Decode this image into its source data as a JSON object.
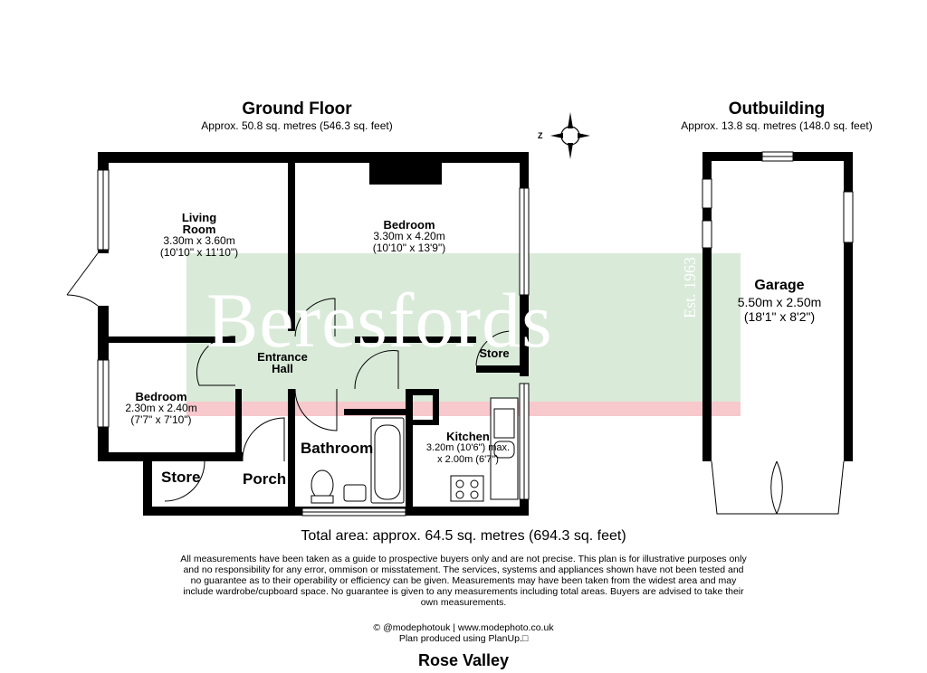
{
  "ground_floor": {
    "title": "Ground Floor",
    "area": "Approx. 50.8 sq. metres (546.3 sq. feet)"
  },
  "outbuilding": {
    "title": "Outbuilding",
    "area": "Approx. 13.8 sq. metres (148.0 sq. feet)"
  },
  "compass": {
    "label": "Z",
    "icon": "compass-rose-icon"
  },
  "rooms": {
    "living_room": {
      "name_line1": "Living",
      "name_line2": "Room",
      "metric": "3.30m x 3.60m",
      "imperial": "(10'10\" x 11'10\")"
    },
    "bedroom_1": {
      "name": "Bedroom",
      "metric": "3.30m x 4.20m",
      "imperial": "(10'10\" x 13'9\")"
    },
    "entrance_hall": {
      "name_line1": "Entrance",
      "name_line2": "Hall"
    },
    "store_1": {
      "name": "Store"
    },
    "bedroom_2": {
      "name": "Bedroom",
      "metric": "2.30m x 2.40m",
      "imperial": "(7'7\" x 7'10\")"
    },
    "kitchen": {
      "name": "Kitchen",
      "line1": "3.20m (10'6\") max.",
      "line2": "x 2.00m (6'7\")"
    },
    "bathroom": {
      "name": "Bathroom"
    },
    "store_2": {
      "name": "Store"
    },
    "porch": {
      "name": "Porch"
    },
    "garage": {
      "name": "Garage",
      "metric": "5.50m x 2.50m",
      "imperial": "(18'1\" x 8'2\")"
    }
  },
  "watermark": {
    "brand": "Beresfords",
    "est": "Est. 1963",
    "band_color": "#d9ead9",
    "stripe_color": "#f7c8cc"
  },
  "total_area": "Total area: approx. 64.5 sq. metres (694.3 sq. feet)",
  "disclaimer": [
    "All measurements have been taken as a guide to prospective buyers only and are not precise. This plan is for illustrative purposes only",
    "and no responsibility for any error, ommison or misstatement. The services, systems and appliances shown have not been tested and",
    "no guarantee as to their operability or efficiency can be given. Measurements may have been taken from the widest area and may",
    "include wardrobe/cupboard space. No guarantee is given to any measurements including total areas. Buyers are advised to take their",
    "own measurements."
  ],
  "credits": {
    "line1": "© @modephotouk | www.modephoto.co.uk",
    "line2": "Plan produced using PlanUp.□"
  },
  "property_name": "Rose Valley"
}
